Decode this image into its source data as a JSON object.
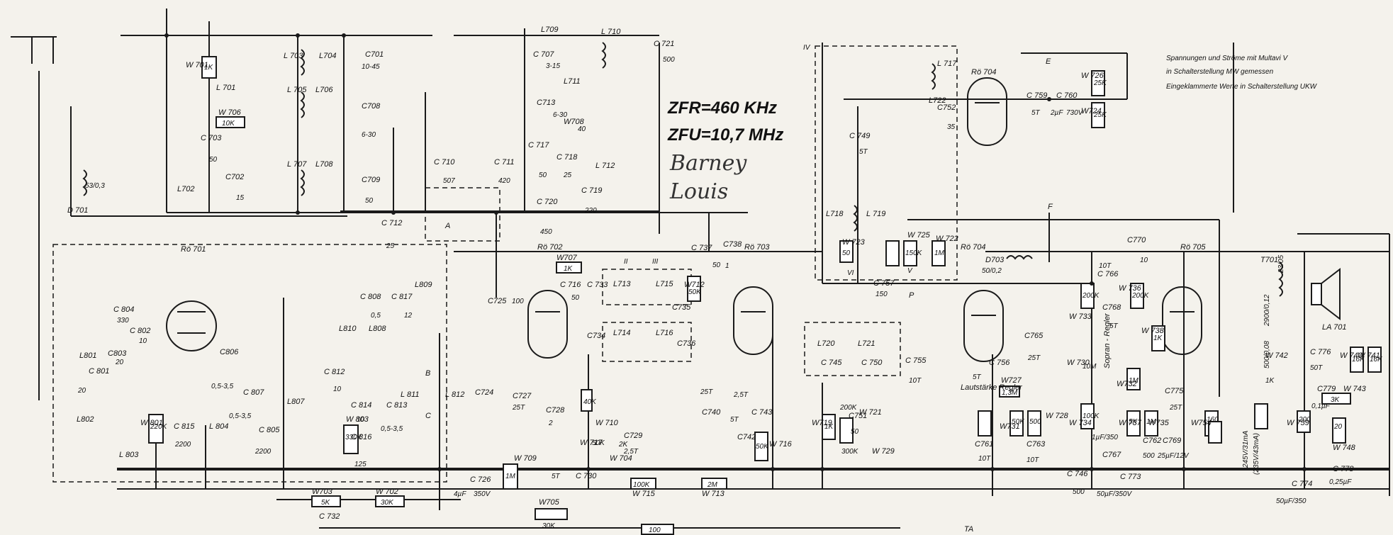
{
  "frequencies": {
    "if_am": "ZFR=460 KHz",
    "if_fm": "ZFU=10,7 MHz"
  },
  "handwriting": {
    "line1": "Barney",
    "line2": "Louis"
  },
  "notes": {
    "line1": "Spannungen und Ströme mit Multavi V",
    "line2": "in Schalterstellung MW gemessen",
    "line3": "Eingeklammerte Werte in Schalterstellung UKW"
  },
  "tubes": {
    "r701": "Rö 701",
    "r702": "Rö 702",
    "r703": "Rö 703",
    "r704_top": "Rö 704",
    "r704_bottom": "Rö 704",
    "r705": "Rö 705"
  },
  "coils": {
    "l701": "L 701",
    "l702": "L702",
    "l703": "L 703",
    "l704": "L704",
    "l705": "L 705",
    "l706": "L706",
    "l707": "L 707",
    "l708": "L708",
    "l709": "L709",
    "l710": "L 710",
    "l711": "L711",
    "l712": "L 712",
    "l713": "L713",
    "l714": "L714",
    "l715": "L715",
    "l716": "L716",
    "l717": "L 717",
    "l718": "L718",
    "l719": "L 719",
    "l720": "L720",
    "l721": "L721",
    "l722": "L722",
    "l801": "L801",
    "l802": "L802",
    "l803": "L 803",
    "l804": "L 804",
    "l807": "L807",
    "l808": "L808",
    "l809": "L809",
    "l810": "L810",
    "l811": "L 811",
    "l812": "L 812",
    "d701": "D 701",
    "d703": "D703",
    "t701": "T701",
    "la701": "LA 701"
  },
  "capacitors": {
    "c701": "C701",
    "c701v": "10-45",
    "c702": "C702",
    "c702v": "15",
    "c703": "C 703",
    "c703v": "50",
    "c707": "C 707",
    "c707v": "3-15",
    "c708": "C708",
    "c708v": "6-30",
    "c709": "C709",
    "c709v": "50",
    "c710": "C 710",
    "c710v": "507",
    "c711": "C 711",
    "c711v": "420",
    "c712": "C 712",
    "c712v": "25",
    "c713": "C713",
    "c713v": "6-30",
    "c716": "C 716",
    "c716v": "50",
    "c717": "C 717",
    "c717v": "50",
    "c718": "C 718",
    "c718v": "25",
    "c719": "C 719",
    "c719v": "220",
    "c720": "C 720",
    "c720v": "450",
    "c721": "C 721",
    "c721v": "500",
    "c724": "C724",
    "c725": "C725",
    "c725v": "100",
    "c726": "C 726",
    "c726v": "4µF",
    "c726u": "350V",
    "c727": "C727",
    "c727v": "25T",
    "c728": "C728",
    "c728v": "2",
    "c729": "C729",
    "c729v": "2,5T",
    "c730": "C 730",
    "c730v": "5T",
    "c732": "C 732",
    "c733": "C 733",
    "c734": "C734",
    "c735": "C735",
    "c736": "C736",
    "c737": "C 737",
    "c737v": "50",
    "c738": "C738",
    "c738v": "1",
    "c740": "C740",
    "c740v": "25T",
    "c742": "C742",
    "c742v": "5T",
    "c743": "C 743",
    "c743v": "2,5T",
    "c745": "C 745",
    "c749": "C 749",
    "c749v": "5T",
    "c750": "C 750",
    "c751": "C751",
    "c751v": "50",
    "c752": "C752",
    "c752v": "35",
    "c755": "C 755",
    "c755v": "10T",
    "c756": "C 756",
    "c756v": "5T",
    "c757": "C 757",
    "c757v": "150",
    "c759": "C 759",
    "c759v": "5T",
    "c760": "C 760",
    "c760v": "2µF",
    "c760u": "730V",
    "c761": "C761",
    "c761v": "10T",
    "c762": "C762",
    "c762v": "500",
    "c763": "C763",
    "c763v": "10T",
    "c765": "C765",
    "c765v": "25T",
    "c766": "C 766",
    "c766v": "10T",
    "c767": "C767",
    "c767v": "1µF/350",
    "c768": "C768",
    "c768v": "5T",
    "c769": "C769",
    "c769v": "25µF/12V",
    "c770": "C770",
    "c770v": "10",
    "c773": "C 773",
    "c773v": "50µF/350V",
    "c774": "C 774",
    "c774v": "50µF/350",
    "c775": "C775",
    "c775v": "25T",
    "c776": "C 776",
    "c776v": "50T",
    "c778": "C 778",
    "c778v": "0,25µF",
    "c779": "C779",
    "c779v": "0,1µF",
    "c801": "C 801",
    "c801v": "20",
    "c802": "C 802",
    "c802v": "10",
    "c803": "C803",
    "c803v": "20",
    "c804": "C 804",
    "c804v": "330",
    "c805": "C 805",
    "c805v": "2200",
    "c806": "C806",
    "c806v": "0,5-3,5",
    "c807": "C 807",
    "c807v": "0,5-3,5",
    "c808": "C 808",
    "c808v": "0,5",
    "c812": "C 812",
    "c812v": "10",
    "c813": "C 813",
    "c813v": "0,5-3,5",
    "c814": "C 814",
    "c814v": "10",
    "c815": "C 815",
    "c815v": "2200",
    "c816": "C 816",
    "c816v": "125",
    "c817": "C 817",
    "c817v": "12",
    "c746": "C 746",
    "c746v": "500"
  },
  "resistors": {
    "w701": "W 701",
    "w701v": "1K",
    "w702": "W 702",
    "w702v": "30K",
    "w703": "W703",
    "w703v": "5K",
    "w704": "W 704",
    "w704v": "2K",
    "w705": "W705",
    "w705v": "30K",
    "w706": "W 706",
    "w706v": "10K",
    "w707": "W707",
    "w707v": "1K",
    "w708": "W708",
    "w708v": "40",
    "w709": "W 709",
    "w709v": "1M",
    "w710": "W 710",
    "w710v": "40K",
    "w712": "W712",
    "w712v": "50K",
    "w713": "W 713",
    "w713v": "2M",
    "w715": "W 715",
    "w715v": "100K",
    "w716": "W 716",
    "w716v": "50K",
    "w717": "W 717",
    "w717v": "50K",
    "w719": "W719",
    "w719v": "1K",
    "w721": "W 721",
    "w721v": "200K",
    "w722": "W 722",
    "w722v": "1M",
    "w723": "W 723",
    "w723v": "50",
    "w724": "W724",
    "w724v": "25K",
    "w725": "W 725",
    "w725v": "150K",
    "w726": "W 726",
    "w726v": "25K",
    "w727": "W727",
    "w727v": "1,3M",
    "w728": "W 728",
    "w728v": "500",
    "w729": "W 729",
    "w729v": "300K",
    "w730": "W 730",
    "w730v": "10M",
    "w731": "W731",
    "w731v": "50K",
    "w732": "W732",
    "w732v": "1M",
    "w733": "W 733",
    "w733v": "200K",
    "w734": "W 734",
    "w734v": "100K",
    "w735": "W735",
    "w735v": "1M",
    "w736": "W 736",
    "w736v": "200K",
    "w737": "W 737",
    "w737v": "5K",
    "w738": "W 738",
    "w738v": "1K",
    "w740": "W 740",
    "w740v": "16K",
    "w741": "W 741",
    "w741v": "16K",
    "w742": "W 742",
    "w742v": "1K",
    "w743": "W 743",
    "w743v": "3K",
    "w748": "W 748",
    "w748v": "20",
    "w754": "W754",
    "w754v": "160",
    "w759": "W 759",
    "w759v": "200",
    "w801": "W 801",
    "w801v": "220K",
    "w803": "W 803",
    "w803v": "330K",
    "w100": "100"
  },
  "controls": {
    "volume": "Lautstärke Regler",
    "treble": "Sopran - Regler",
    "ta": "TA"
  },
  "markers": {
    "a": "A",
    "b": "B",
    "c": "C",
    "e": "E",
    "f": "F",
    "p": "P",
    "ii": "II",
    "iii": "III",
    "iv": "IV",
    "v": "V",
    "vi": "VI",
    "t_ratio": "2900/0,12",
    "t_ratio2": "500/0,08",
    "t_ratio3": "23/05",
    "heater": "245V/31mA",
    "heater2": "(235V/43mA)",
    "d701v": "53/0,3",
    "d703v": "50/0,2"
  }
}
